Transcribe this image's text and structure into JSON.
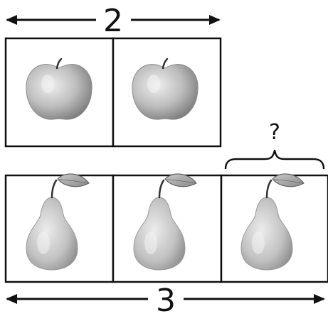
{
  "top_measure": {
    "label": "2"
  },
  "bottom_measure": {
    "label": "3"
  },
  "unknown_brace": {
    "label": "?"
  },
  "top_row": {
    "item": "apple",
    "count": 2
  },
  "bottom_row": {
    "item": "pear",
    "count": 3
  },
  "colors": {
    "stroke": "#111111",
    "fruit_light": "#d9d9d9",
    "fruit_mid": "#a8a8a8",
    "fruit_dark": "#6e6e6e",
    "leaf": "#9a9a9a"
  }
}
